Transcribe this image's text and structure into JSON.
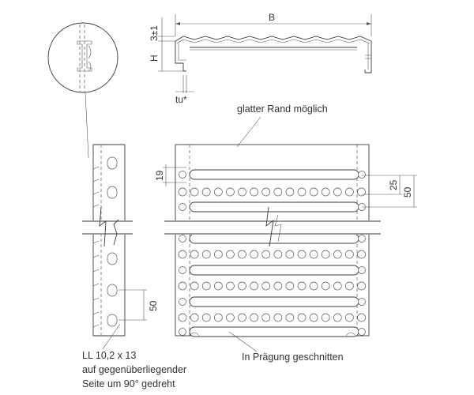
{
  "labels": {
    "dim_b": "B",
    "dim_3": "3±1",
    "dim_h": "H",
    "dim_tu": "tu*",
    "note_edge": "glatter Rand möglich",
    "dim_19": "19",
    "dim_25": "25",
    "dim_50_right": "50",
    "dim_50_left": "50",
    "note_ll_line1": "LL 10,2 x 13",
    "note_ll_line2": "auf gegenüberliegender",
    "note_ll_line3": "Seite um 90° gedreht",
    "note_cut": "In Prägung geschnitten"
  },
  "colors": {
    "line": "#3a3a3a",
    "text": "#333333",
    "background": "#ffffff"
  }
}
